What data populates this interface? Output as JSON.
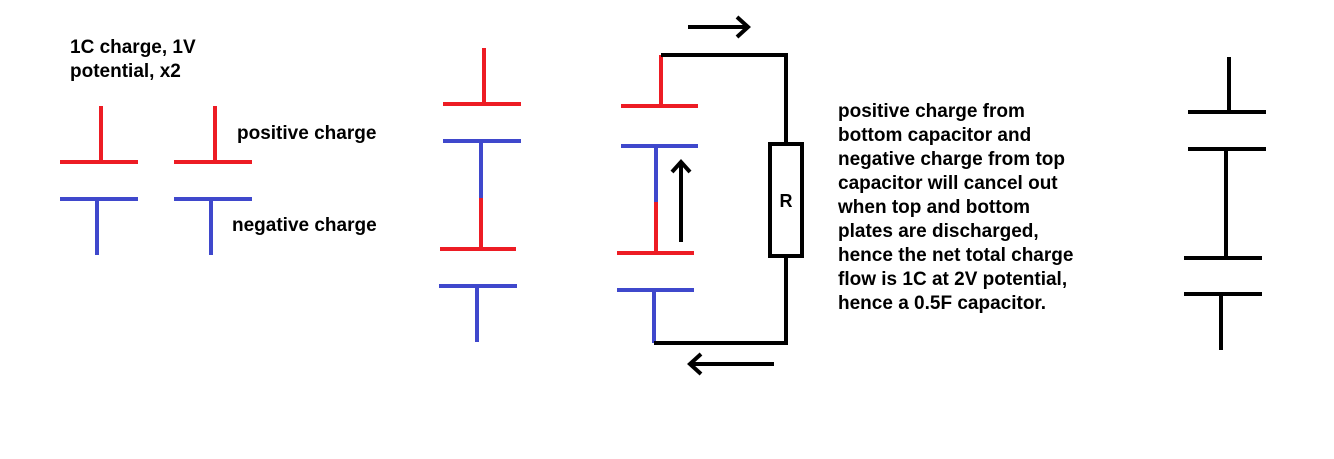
{
  "title_lines": [
    "1C charge, 1V",
    "potential, x2"
  ],
  "labels": {
    "positive": "positive charge",
    "negative": "negative charge",
    "resistor": "R"
  },
  "explanation_lines": [
    "positive charge from",
    "bottom capacitor and",
    "negative charge from top",
    "capacitor will cancel out",
    "when top and bottom",
    "plates are discharged,",
    "hence the net total charge",
    "flow is 1C at 2V potential,",
    "hence a 0.5F capacitor."
  ],
  "colors": {
    "positive": "#ed1c24",
    "negative": "#3f48cc",
    "wire": "#000000"
  }
}
